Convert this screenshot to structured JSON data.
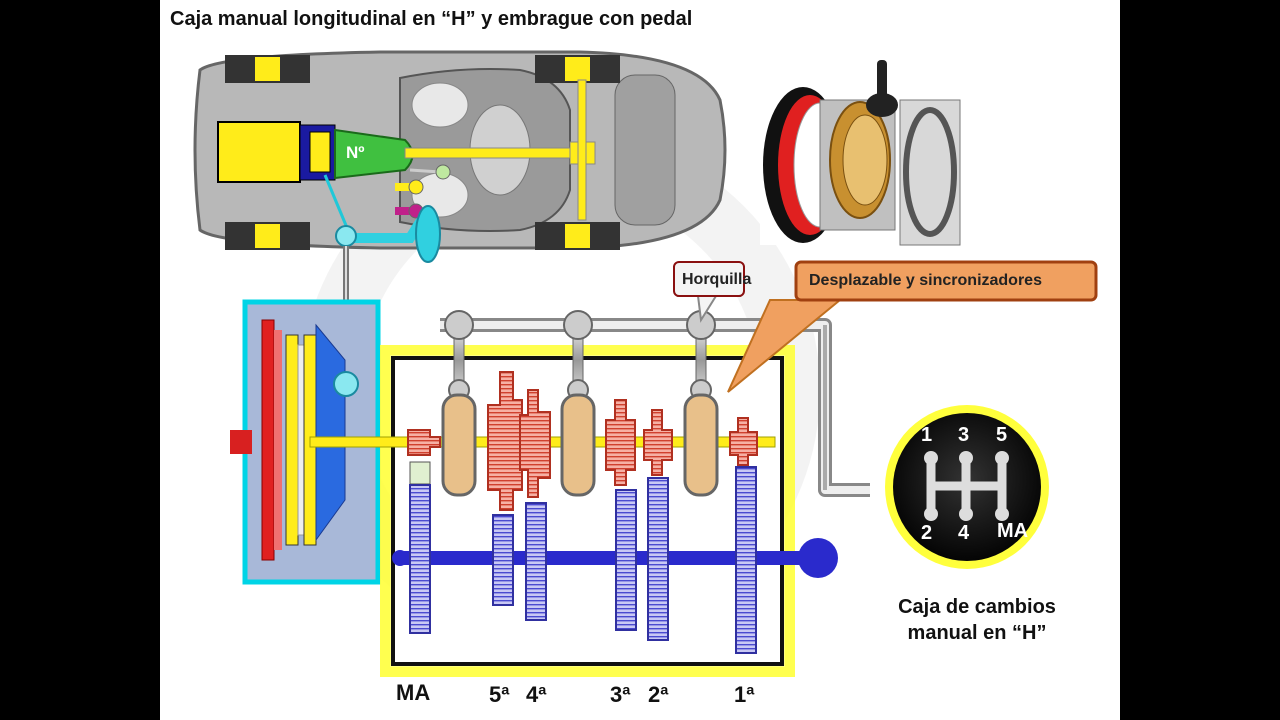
{
  "title": "Caja manual longitudinal en “H” y embrague con pedal",
  "car": {
    "engine_label": "Nº"
  },
  "callouts": {
    "horquilla": "Horquilla",
    "desplazable": "Desplazable y sincronizadores"
  },
  "knob": {
    "top": [
      "1",
      "3",
      "5"
    ],
    "bottom": [
      "2",
      "4",
      "MA"
    ]
  },
  "caption": {
    "line1": "Caja de cambios",
    "line2": "manual en “H”"
  },
  "gear_labels": {
    "ma": "MA",
    "g5": "5ª",
    "g4": "4ª",
    "g3": "3ª",
    "g2": "2ª",
    "g1": "1ª"
  },
  "colors": {
    "housing": "#ffff3c",
    "clutch_box": "#00d4e6",
    "gear_red": "#e85a4a",
    "gear_blue": "#7070e0",
    "shaft_blue": "#2a2acc",
    "callout_orange": "#f0a060"
  }
}
